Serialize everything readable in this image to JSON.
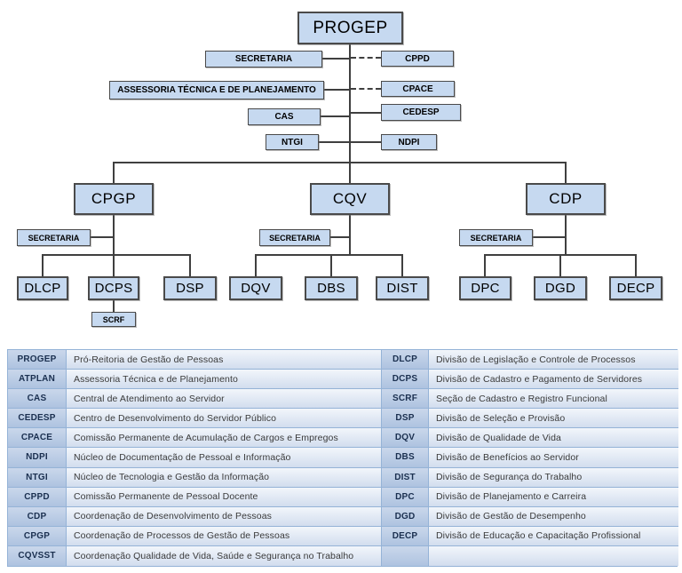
{
  "org": {
    "nodes": {
      "progep": "PROGEP",
      "secretaria_top": "SECRETARIA",
      "cppd": "CPPD",
      "atplan": "ASSESSORIA  TÉCNICA E DE PLANEJAMENTO",
      "cpace": "CPACE",
      "cas": "CAS",
      "cedesp": "CEDESP",
      "ntgi": "NTGI",
      "ndpi": "NDPI",
      "cpgp": "CPGP",
      "cqv": "CQV",
      "cdp": "CDP",
      "secretaria_cpgp": "SECRETARIA",
      "secretaria_cqv": "SECRETARIA",
      "secretaria_cdp": "SECRETARIA",
      "dlcp": "DLCP",
      "dcps": "DCPS",
      "dsp": "DSP",
      "scrf": "SCRF",
      "dqv": "DQV",
      "dbs": "DBS",
      "dist": "DIST",
      "dpc": "DPC",
      "dgd": "DGD",
      "decp": "DECP"
    }
  },
  "legend": {
    "rows": [
      {
        "left_code": "PROGEP",
        "left_desc": "Pró-Reitoria de Gestão de Pessoas",
        "right_code": "DLCP",
        "right_desc": "Divisão de Legislação e Controle de Processos"
      },
      {
        "left_code": "ATPLAN",
        "left_desc": "Assessoria Técnica e de Planejamento",
        "right_code": "DCPS",
        "right_desc": "Divisão de Cadastro e Pagamento de Servidores"
      },
      {
        "left_code": "CAS",
        "left_desc": "Central de Atendimento ao Servidor",
        "right_code": "SCRF",
        "right_desc": "Seção de Cadastro e Registro Funcional"
      },
      {
        "left_code": "CEDESP",
        "left_desc": "Centro de Desenvolvimento do Servidor Público",
        "right_code": "DSP",
        "right_desc": "Divisão de Seleção e Provisão"
      },
      {
        "left_code": "CPACE",
        "left_desc": "Comissão Permanente de Acumulação de Cargos e Empregos",
        "right_code": "DQV",
        "right_desc": "Divisão de Qualidade de Vida"
      },
      {
        "left_code": "NDPI",
        "left_desc": "Núcleo de Documentação de Pessoal e Informação",
        "right_code": "DBS",
        "right_desc": "Divisão de Benefícios ao Servidor"
      },
      {
        "left_code": "NTGI",
        "left_desc": "Núcleo de Tecnologia e Gestão da Informação",
        "right_code": "DIST",
        "right_desc": "Divisão de Segurança do Trabalho"
      },
      {
        "left_code": "CPPD",
        "left_desc": "Comissão Permanente de Pessoal Docente",
        "right_code": "DPC",
        "right_desc": "Divisão de Planejamento e Carreira"
      },
      {
        "left_code": "CDP",
        "left_desc": "Coordenação de Desenvolvimento de Pessoas",
        "right_code": "DGD",
        "right_desc": "Divisão de Gestão de Desempenho"
      },
      {
        "left_code": "CPGP",
        "left_desc": "Coordenação de Processos de Gestão de Pessoas",
        "right_code": "DECP",
        "right_desc": "Divisão de Educação e Capacitação Profissional"
      },
      {
        "left_code": "CQVSST",
        "left_desc": "Coordenação Qualidade de Vida, Saúde e Segurança no Trabalho",
        "right_code": "",
        "right_desc": ""
      }
    ]
  },
  "colors": {
    "box_fill": "#c6d9f0",
    "box_border": "#4a4a4a",
    "line": "#3f3f3f",
    "table_border": "#95b3d7",
    "code_cell_top": "#cad7eb",
    "code_cell_bottom": "#aec3e0",
    "desc_cell_top": "#f2f6fb",
    "desc_cell_bottom": "#d2ddee",
    "code_text": "#1a2f4f",
    "desc_text": "#3a3a3a"
  }
}
